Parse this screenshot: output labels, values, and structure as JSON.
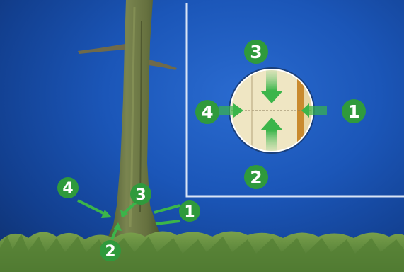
{
  "colors": {
    "sky_top": "#2a6bd0",
    "sky_bottom": "#0e2f6c",
    "inset_frame": "#d9e4f5",
    "badge_green": "#2f9a3c",
    "arrow_green": "#3bb54a",
    "trunk": "#5f6a3a",
    "grass": "#5f8a3c",
    "cross_section_bg": "#efe6c3",
    "bark_strip": "#c98a2e"
  },
  "inset": {
    "arrows": [
      {
        "number": "1",
        "direction": "from-right"
      },
      {
        "number": "2",
        "direction": "from-bottom"
      },
      {
        "number": "3",
        "direction": "from-top"
      },
      {
        "number": "4",
        "direction": "from-left"
      }
    ]
  },
  "tree": {
    "pointers": [
      {
        "number": "1",
        "side": "right"
      },
      {
        "number": "2",
        "side": "bottom"
      },
      {
        "number": "3",
        "side": "top"
      },
      {
        "number": "4",
        "side": "left"
      }
    ]
  }
}
